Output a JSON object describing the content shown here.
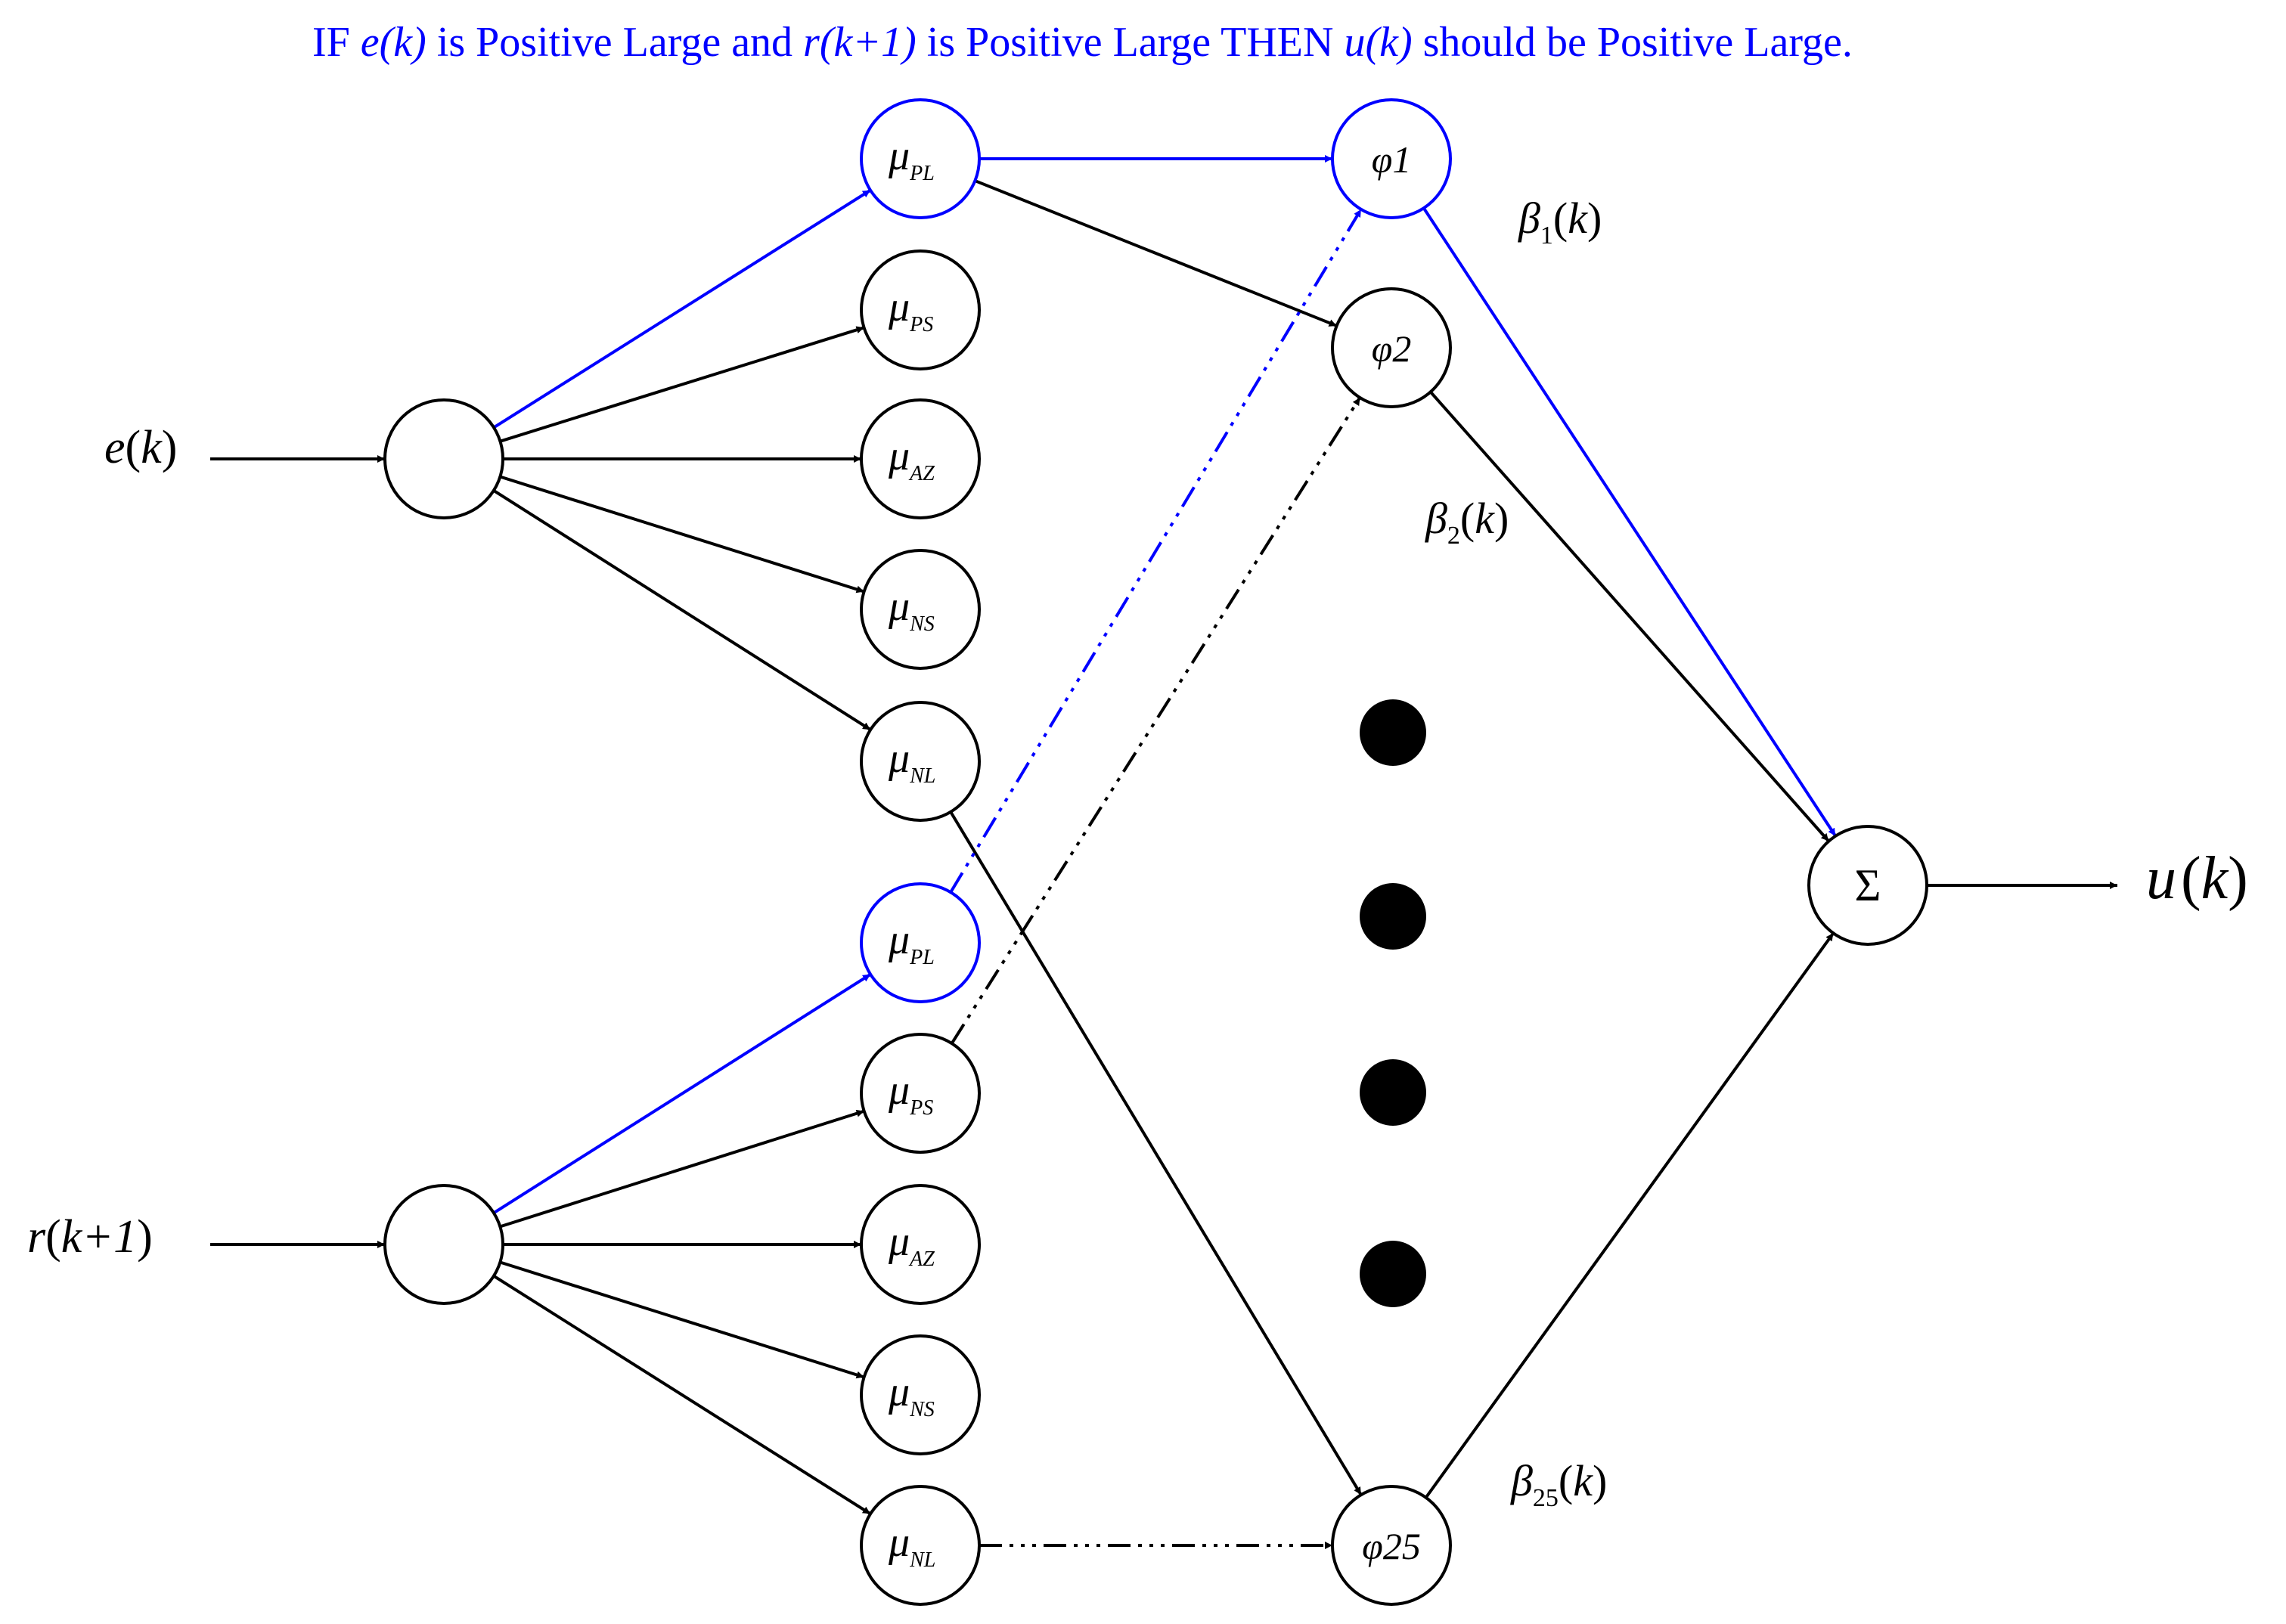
{
  "caption": {
    "prefix": "IF ",
    "e_k": "e(k)",
    "mid1": " is Positive Large and ",
    "r_k1": "r(k+1)",
    "mid2": " is  Positive Large THEN ",
    "u_k": "u(k)",
    "suffix": " should be Positive Large."
  },
  "inputs": {
    "e_sym": "e",
    "e_arg": "k",
    "r_sym": "r",
    "r_arg": "k+1"
  },
  "output": {
    "sym": "u",
    "arg": "k"
  },
  "membership_symbol": "μ",
  "membership_labels": [
    "PL",
    "PS",
    "AZ",
    "NS",
    "NL"
  ],
  "rule_nodes": [
    {
      "sym": "φ",
      "idx": "1"
    },
    {
      "sym": "φ",
      "idx": "2"
    },
    {
      "sym": "φ",
      "idx": "25"
    }
  ],
  "sum_symbol": "Σ",
  "weights": [
    {
      "sym": "β",
      "sub": "1",
      "arg": "k"
    },
    {
      "sym": "β",
      "sub": "2",
      "arg": "k"
    },
    {
      "sym": "β",
      "sub": "25",
      "arg": "k"
    }
  ],
  "colors": {
    "highlight": "#0000ff",
    "default": "#000000"
  },
  "icons": {
    "ellipsis": "vertical-dots"
  }
}
